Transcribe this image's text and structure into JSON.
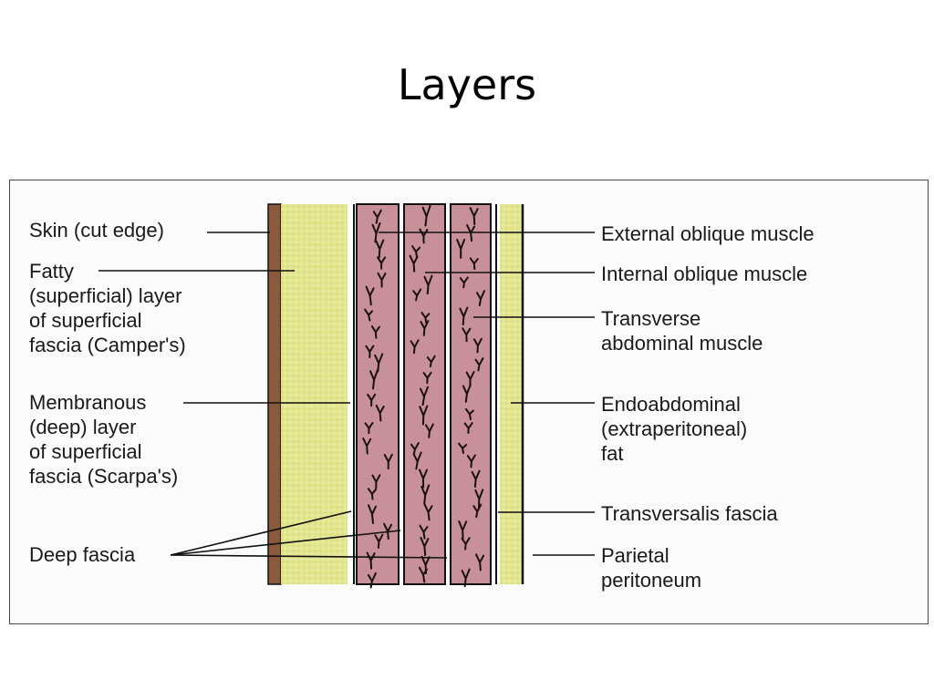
{
  "title": "Layers",
  "colors": {
    "skin": "#8b5a3c",
    "fat": "#e2e68e",
    "muscle": "#c8909a",
    "fascia": "#ffffff",
    "outline": "#111111",
    "text": "#1a1a1a"
  },
  "labels_left": {
    "skin": "Skin (cut edge)",
    "fatty_layer": "Fatty\n(superficial) layer\nof superficial\nfascia (Camper's)",
    "membranous_layer": "Membranous\n(deep) layer\nof superficial\nfascia (Scarpa's)",
    "deep_fascia": "Deep fascia"
  },
  "labels_right": {
    "external_oblique": "External oblique muscle",
    "internal_oblique": "Internal oblique muscle",
    "transverse_abdominal": "Transverse\nabdominal muscle",
    "endoabdominal_fat": "Endoabdominal\n(extraperitoneal)\nfat",
    "transversalis_fascia": "Transversalis fascia",
    "parietal_peritoneum": "Parietal\nperitoneum"
  }
}
